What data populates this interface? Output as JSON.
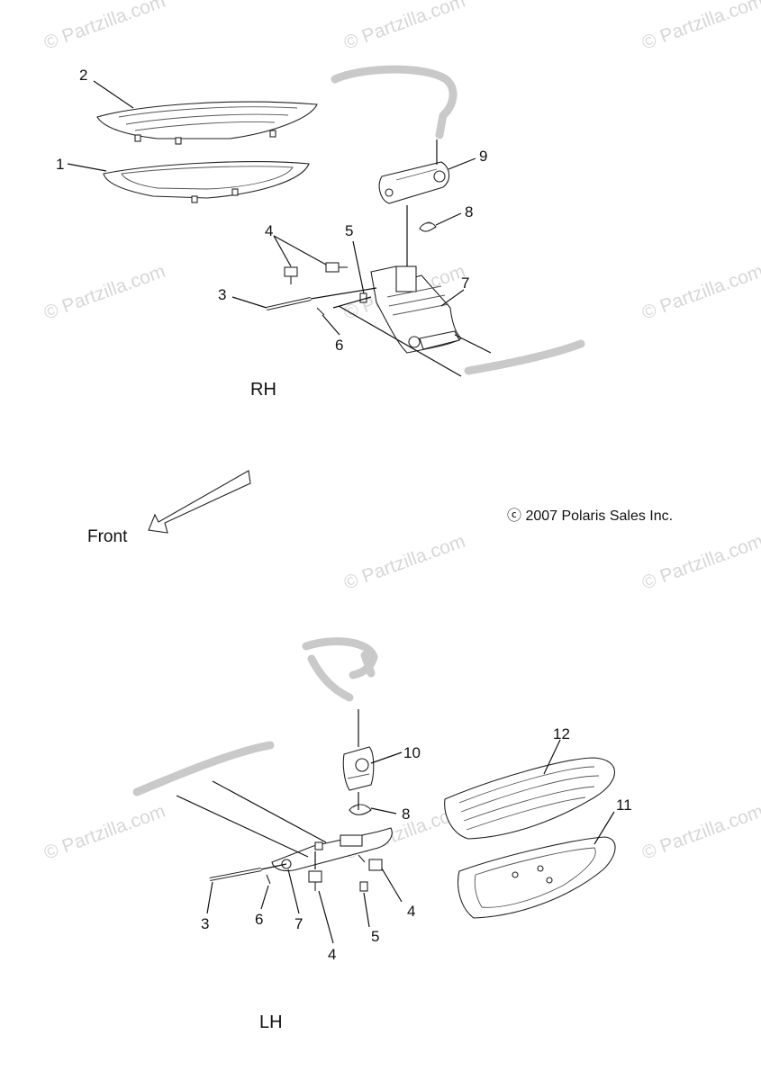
{
  "watermark": "© Partzilla.com",
  "copyright": "ⓒ 2007 Polaris Sales Inc.",
  "direction_label": "Front",
  "views": {
    "rh": {
      "label": "RH",
      "callouts": [
        {
          "id": "2",
          "text": "2"
        },
        {
          "id": "1",
          "text": "1"
        },
        {
          "id": "9",
          "text": "9"
        },
        {
          "id": "8",
          "text": "8"
        },
        {
          "id": "4",
          "text": "4"
        },
        {
          "id": "5",
          "text": "5"
        },
        {
          "id": "3",
          "text": "3"
        },
        {
          "id": "7",
          "text": "7"
        },
        {
          "id": "6",
          "text": "6"
        }
      ]
    },
    "lh": {
      "label": "LH",
      "callouts": [
        {
          "id": "12",
          "text": "12"
        },
        {
          "id": "10",
          "text": "10"
        },
        {
          "id": "11",
          "text": "11"
        },
        {
          "id": "8",
          "text": "8"
        },
        {
          "id": "3",
          "text": "3"
        },
        {
          "id": "6",
          "text": "6"
        },
        {
          "id": "7",
          "text": "7"
        },
        {
          "id": "5",
          "text": "5"
        },
        {
          "id": "4a",
          "text": "4"
        },
        {
          "id": "4b",
          "text": "4"
        }
      ]
    }
  }
}
